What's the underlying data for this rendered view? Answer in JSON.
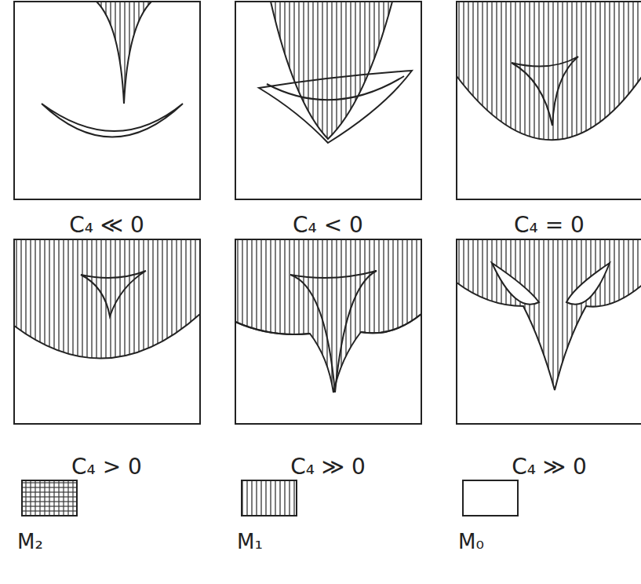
{
  "diagram": {
    "labels": [
      "C₄ ≪ 0",
      "C₄ < 0",
      "C₄ = 0",
      "C₄ > 0",
      "C₄ ≫ 0",
      "C₄ ≫ 0"
    ],
    "legend": [
      {
        "text": "M₂"
      },
      {
        "text": "M₁"
      },
      {
        "text": "M₀"
      }
    ]
  }
}
